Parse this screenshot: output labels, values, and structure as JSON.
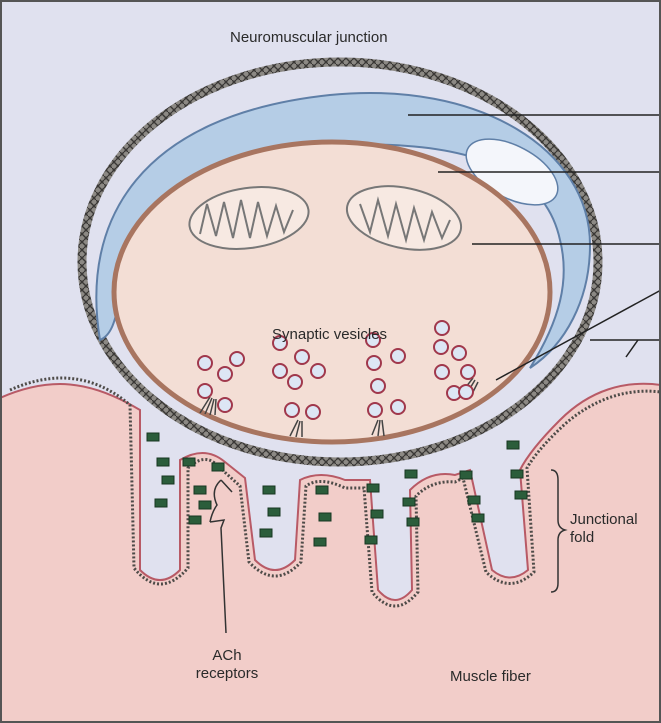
{
  "labels": {
    "title": "Neuromuscular junction",
    "synaptic_vesicles": "Synaptic vesicles",
    "junctional_fold": [
      "Junctional",
      "fold"
    ],
    "ach_receptors": [
      "ACh",
      "receptors"
    ],
    "muscle_fiber": "Muscle fiber"
  },
  "colors": {
    "background": "#e0e1ef",
    "muscle": "#f2cdc9",
    "muscle_edge": "#b85a66",
    "terminal_fill": "#f3ded5",
    "terminal_edge": "#a87560",
    "schwann_fill": "#b5cde6",
    "schwann_edge": "#5f7fa7",
    "basal_lamina": "#4e4b48",
    "receptor": "#2b5d3b",
    "vesicle_edge": "#a0384c",
    "vesicle_fill": "#dde6f4"
  },
  "icons": {
    "mitochondrion": "mitochondrion-icon",
    "vesicle": "vesicle-icon",
    "receptor": "receptor-icon"
  }
}
